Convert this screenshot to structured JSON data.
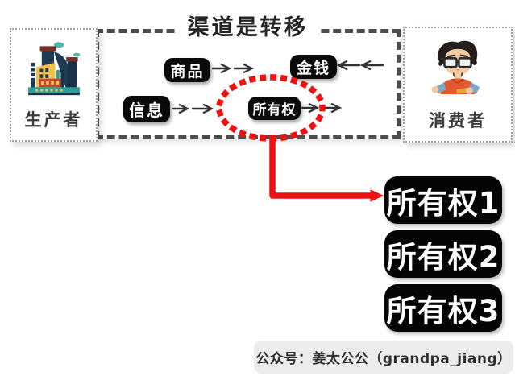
{
  "title": "渠道是转移",
  "producer": {
    "label": "生产者",
    "icon": "factory-icon"
  },
  "consumer": {
    "label": "消费者",
    "icon": "person-icon"
  },
  "flows": {
    "goods": "商品",
    "money": "金钱",
    "info": "信息",
    "ownership": "所有权"
  },
  "ownership_items": [
    "所有权1",
    "所有权2",
    "所有权3"
  ],
  "footer": {
    "text": "公众号：姜太公公（grandpa_jiang）"
  },
  "colors": {
    "accent_red": "#ee1111",
    "label_bg": "#0a0a0a",
    "dash_gray": "#4d4d4d",
    "arrow_gray": "#333333",
    "footer_bg": "#ececec"
  }
}
